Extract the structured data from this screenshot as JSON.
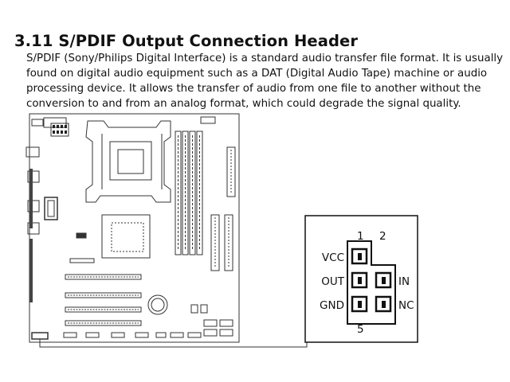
{
  "section": {
    "title": "3.11 S/PDIF Output Connection Header",
    "paragraph_lines": [
      "S/PDIF (Sony/Philips Digital Interface) is a standard audio transfer file format. It is usually",
      "found on digital audio equipment such as a DAT (Digital Audio Tape) machine or audio",
      "processing device. It allows the transfer of audio from one file to another without the",
      "conversion to and from an analog format, which could degrade the signal quality."
    ]
  },
  "header_diagram": {
    "pin_number_1": "1",
    "pin_number_2": "2",
    "pin_number_5": "5",
    "left_labels": [
      "VCC",
      "OUT",
      "GND"
    ],
    "right_labels": [
      "IN",
      "NC"
    ]
  },
  "colors": {
    "ink": "#111111",
    "board_line": "#333333",
    "fill_dark": "#222222"
  }
}
